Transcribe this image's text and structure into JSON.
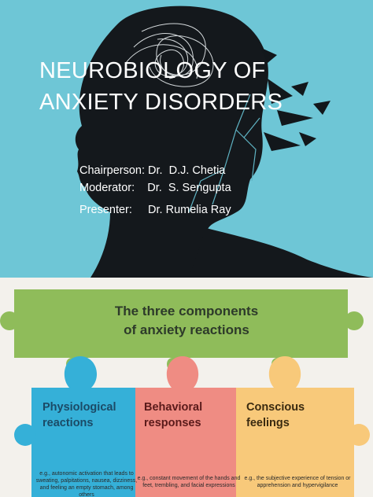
{
  "slide1": {
    "title_line1": "NEUROBIOLOGY OF",
    "title_line2": "ANXIETY DISORDERS",
    "credits": [
      "Chairperson: Dr.  D.J. Chetia",
      "Moderator:    Dr.  S. Sengupta",
      "Presenter:     Dr. Rumelia Ray"
    ],
    "icon": "silhouette-head-illustration"
  },
  "slide2": {
    "heading_line1": "The three components",
    "heading_line2": "of anxiety reactions",
    "pieces": [
      {
        "title_line1": "Physiological",
        "title_line2": "reactions",
        "note": "e.g., autonomic activation that leads to sweating, palpitations, nausea, dizziness, and feeling an empty stomach, among others",
        "color": "#35b0d8"
      },
      {
        "title_line1": "Behavioral",
        "title_line2": "responses",
        "note": "e.g., constant movement of the hands and feet, trembling, and facial expressions",
        "color": "#ef8c83"
      },
      {
        "title_line1": "Conscious",
        "title_line2": "feelings",
        "note": "e.g., the subjective experience of tension or apprehension and hypervigilance",
        "color": "#f8c97a"
      }
    ],
    "header_color": "#8fbc5a",
    "icon": "puzzle-pieces-illustration"
  }
}
